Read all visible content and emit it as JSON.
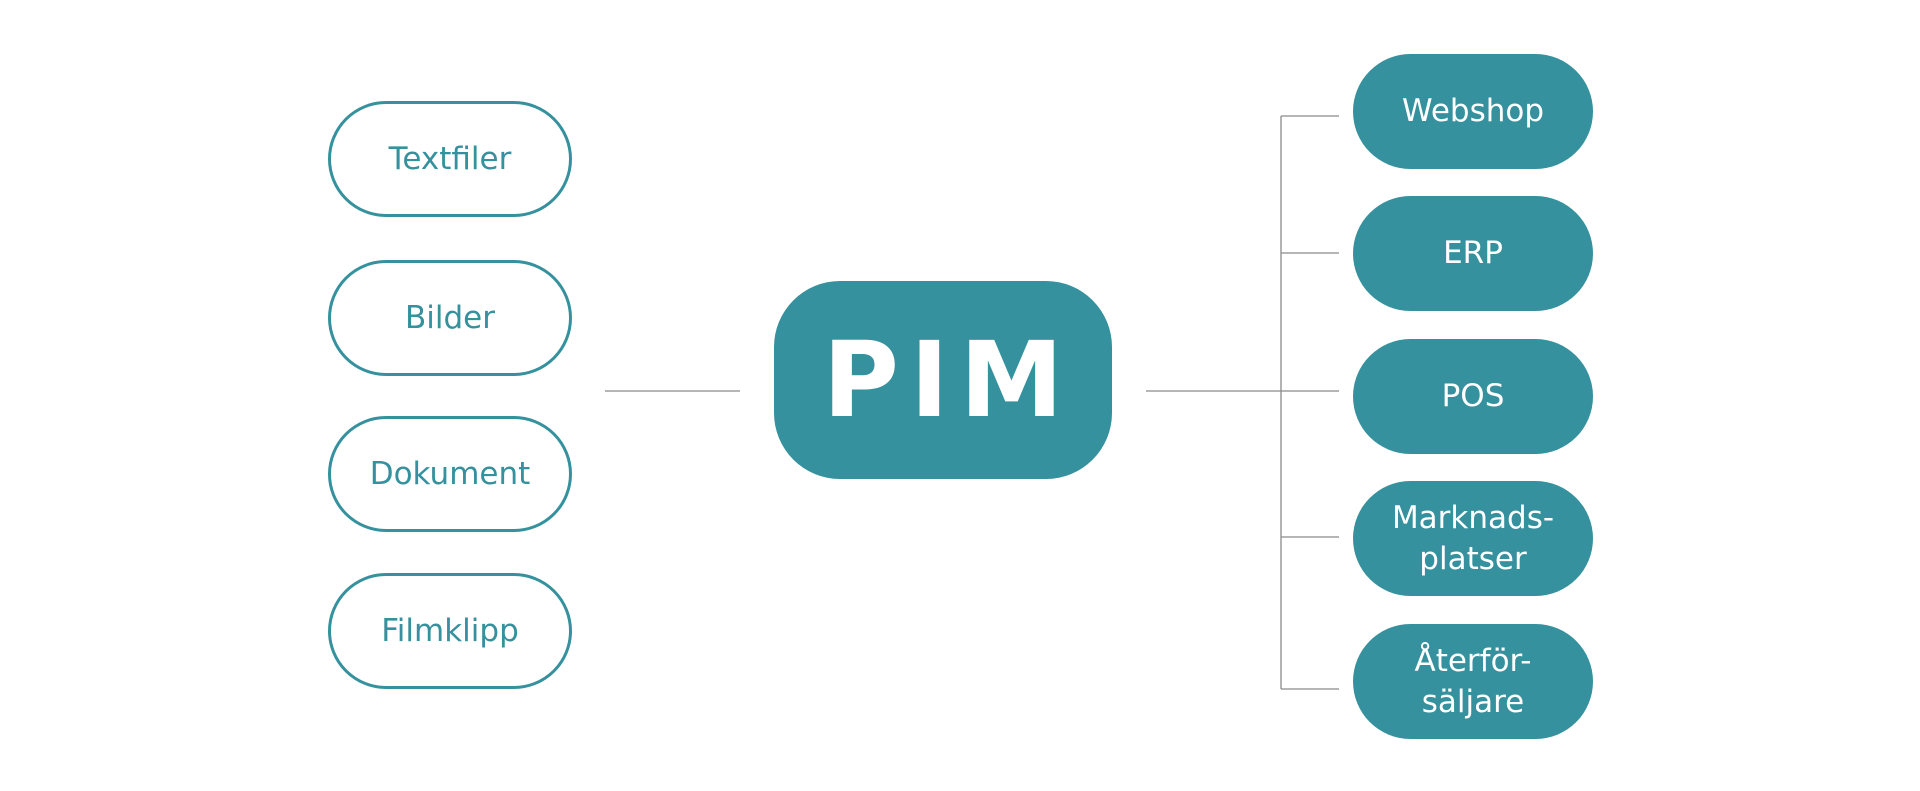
{
  "colors": {
    "accent": "#35919d",
    "connector": "#8a8a8a",
    "background": "#ffffff"
  },
  "hub": {
    "label": "PIM"
  },
  "sources": [
    {
      "label": "Textfiler"
    },
    {
      "label": "Bilder"
    },
    {
      "label": "Dokument"
    },
    {
      "label": "Filmklipp"
    }
  ],
  "targets": [
    {
      "label": "Webshop"
    },
    {
      "label": "ERP"
    },
    {
      "label": "POS"
    },
    {
      "label": "Marknads-\nplatser"
    },
    {
      "label": "Återför-\nsäljare"
    }
  ]
}
